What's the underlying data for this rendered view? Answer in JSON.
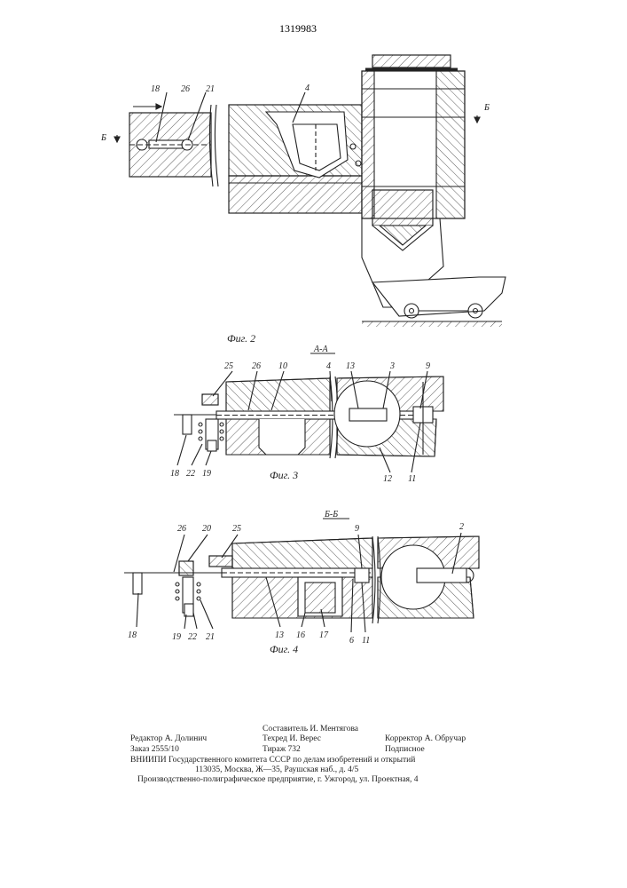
{
  "patent_number": "1319983",
  "figures": {
    "fig2": {
      "caption": "Фиг. 2",
      "labels": [
        "18",
        "26",
        "21",
        "4",
        "Б",
        "Б"
      ]
    },
    "fig3": {
      "caption": "Фиг. 3",
      "section": "А-А",
      "labels": [
        "25",
        "26",
        "10",
        "4",
        "13",
        "3",
        "9",
        "18",
        "22",
        "19",
        "12",
        "11"
      ]
    },
    "fig4": {
      "caption": "Фиг. 4",
      "section": "Б-Б",
      "labels": [
        "26",
        "20",
        "25",
        "9",
        "2",
        "18",
        "19",
        "22",
        "21",
        "13",
        "16",
        "17",
        "6",
        "11"
      ]
    }
  },
  "imprint": {
    "compiler": "Составитель И. Ментягова",
    "editor": "Редактор А. Долинич",
    "techred": "Техред И. Верес",
    "corrector": "Корректор А. Обручар",
    "order": "Заказ 2555/10",
    "circulation": "Тираж 732",
    "subscription": "Подписное",
    "org_line1": "ВНИИПИ Государственного комитета СССР по делам изобретений и открытий",
    "org_line2": "113035, Москва, Ж—35, Раушская наб., д. 4/5",
    "printer": "Производственно-полиграфическое предприятие, г. Ужгород, ул. Проектная, 4"
  }
}
